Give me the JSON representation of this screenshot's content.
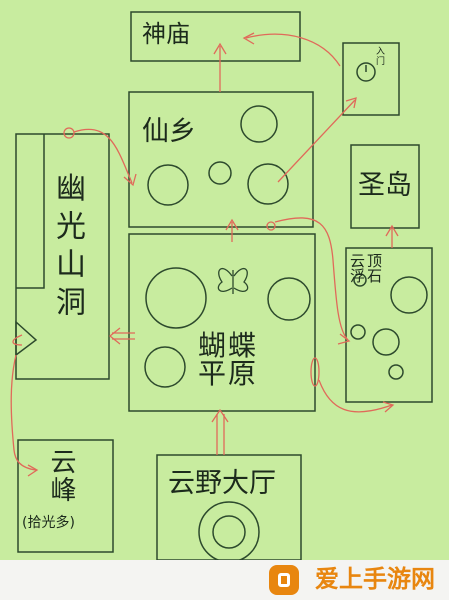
{
  "rooms": {
    "shenmiao": "神庙",
    "xianjing": "仙乡",
    "small_door": "入门",
    "shengdao": "圣岛",
    "youguang": "幽光山洞",
    "hudie": "蝴蝶平原",
    "yunding": "云顶浮石",
    "yunfeng": "云峰",
    "yunfeng_note": "(拾光多)",
    "yunye": "云野大厅"
  },
  "watermark": {
    "text": "爱上手游网"
  },
  "colors": {
    "background": "#c8ec9f",
    "box": "#2d4a2d",
    "arrow": "#e06a5a",
    "watermark": "#e8860f"
  }
}
